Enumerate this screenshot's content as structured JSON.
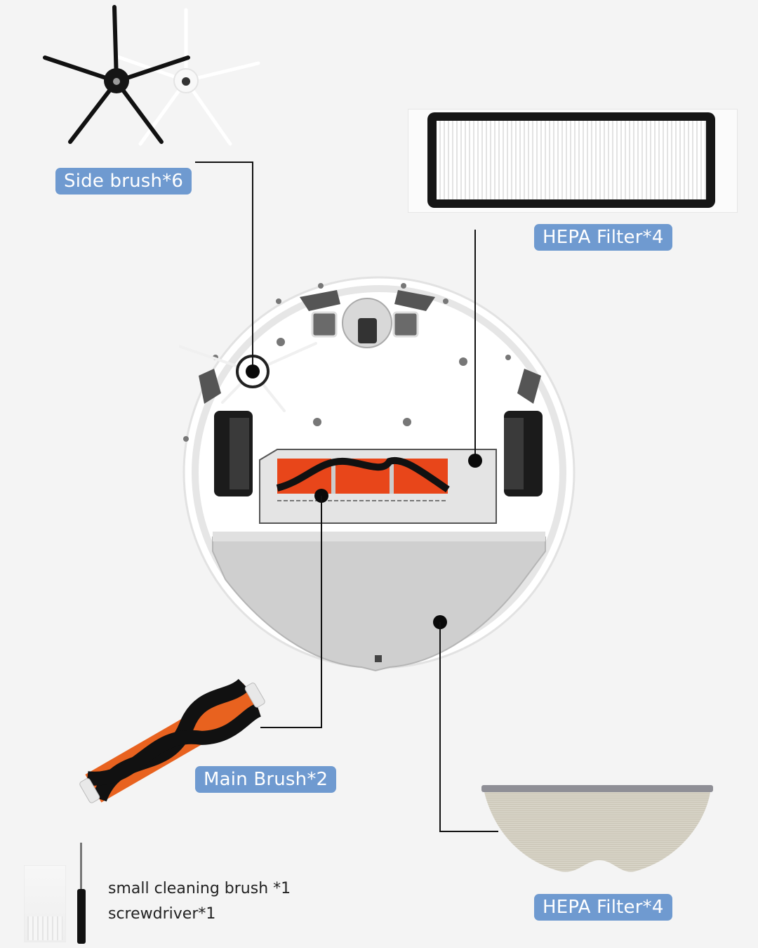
{
  "labels": {
    "side_brush": "Side brush*6",
    "hepa_filter_top": "HEPA Filter*4",
    "main_brush": "Main Brush*2",
    "hepa_filter_bottom": "HEPA Filter*4"
  },
  "accessories_note": {
    "line1": "small cleaning brush *1",
    "line2": "screwdriver*1"
  },
  "colors": {
    "background": "#f4f4f4",
    "label_bg": "#6f9ad0",
    "label_text": "#ffffff",
    "brush_orange": "#e8561e",
    "leader_line": "#111111"
  },
  "icons": {
    "side_brush_black": "side-brush-black-image",
    "side_brush_white": "side-brush-white-image",
    "hepa_filter": "hepa-filter-image",
    "robot": "robot-vacuum-underside-image",
    "main_brush": "main-brush-image",
    "mop_pad": "mop-pad-image",
    "cleaning_brush": "cleaning-brush-image",
    "screwdriver": "screwdriver-image"
  }
}
